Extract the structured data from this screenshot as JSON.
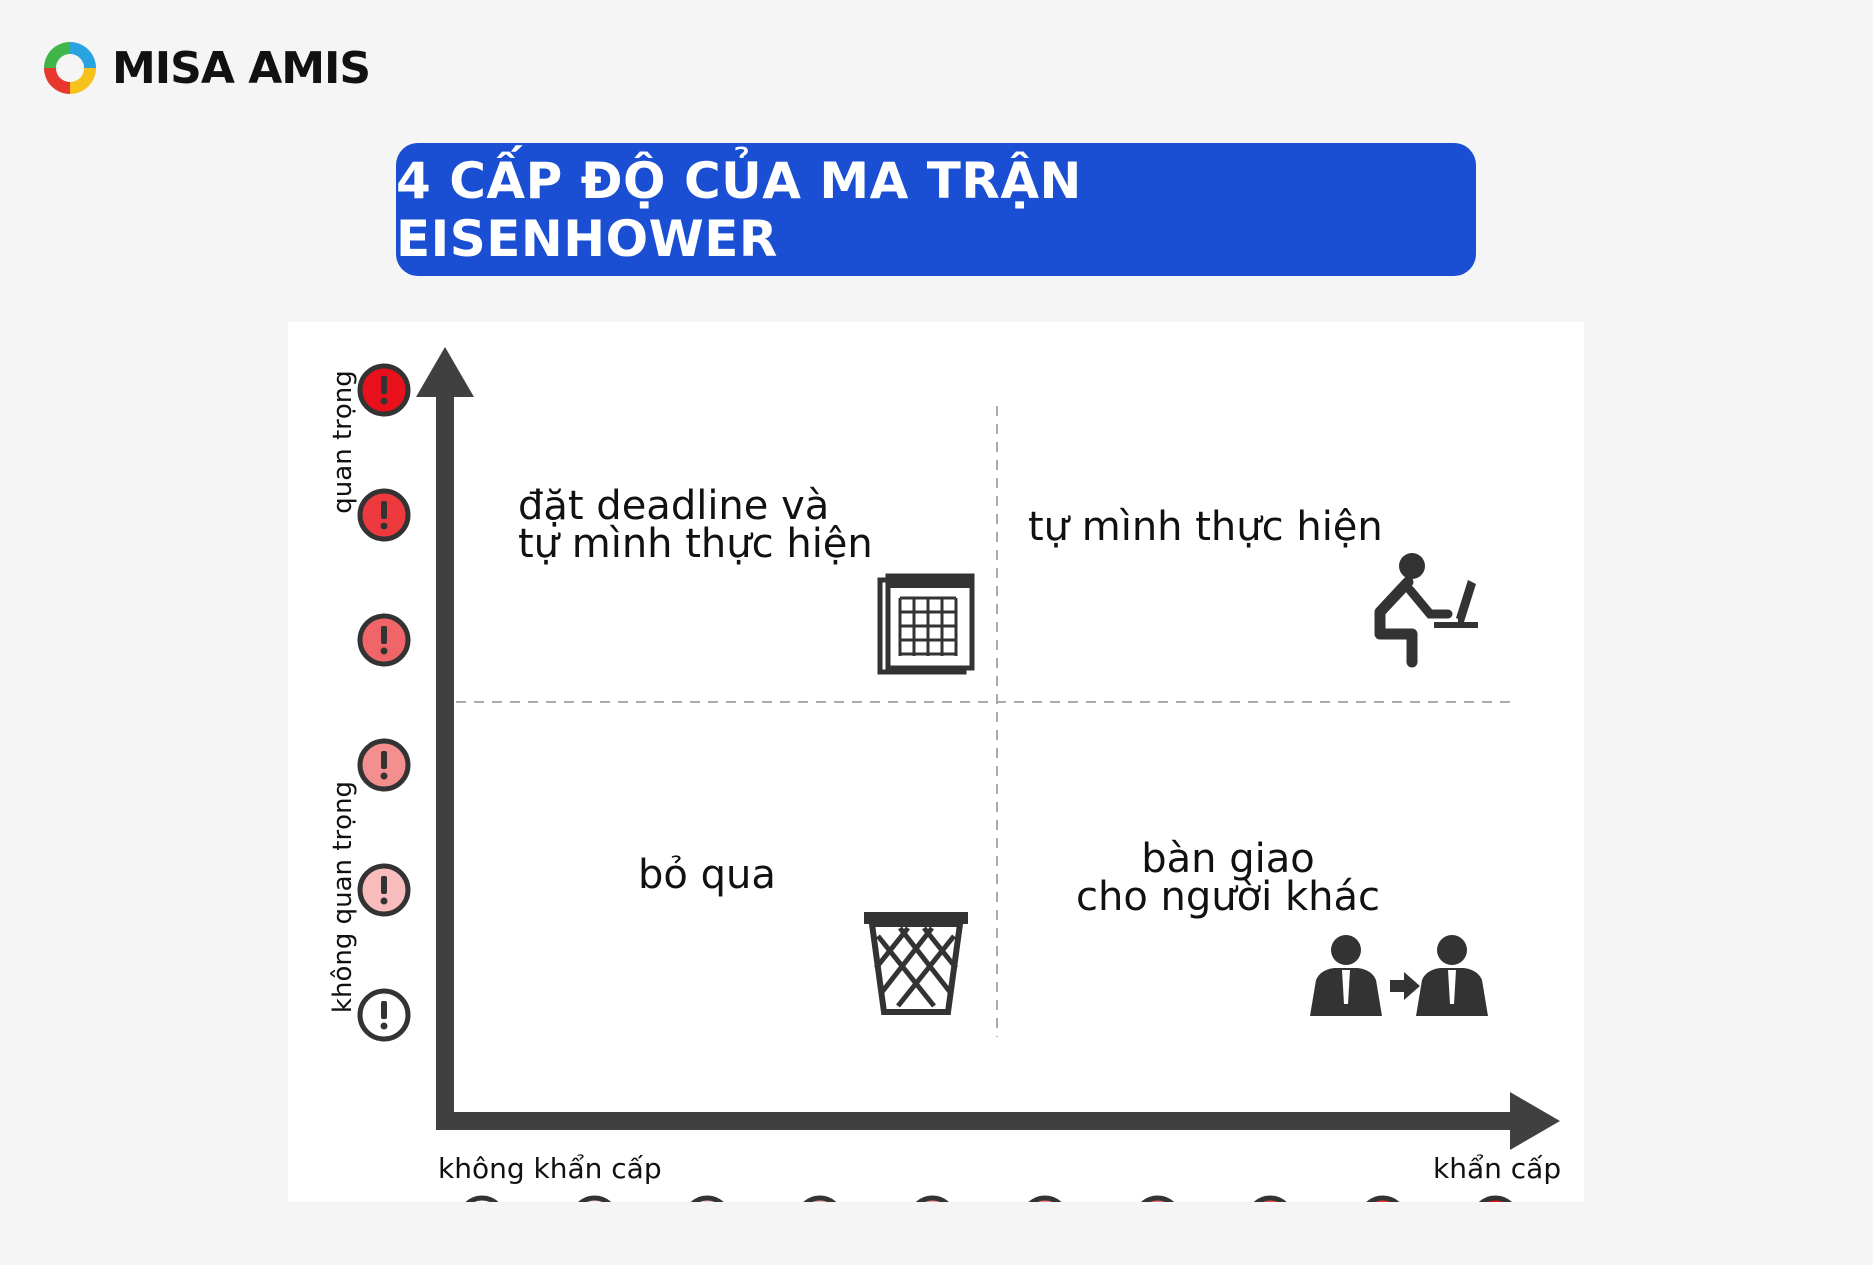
{
  "brand": {
    "name": "MISA AMIS"
  },
  "title": "4 CẤP ĐỘ CỦA MA TRẬN EISENHOWER",
  "quadrants": {
    "top_left": {
      "line1": "đặt deadline và",
      "line2": "tự mình thực hiện",
      "icon": "calendar-icon"
    },
    "top_right": {
      "line1": "tự mình thực hiện",
      "icon": "person-at-computer-icon"
    },
    "bottom_left": {
      "line1": "bỏ qua",
      "icon": "trash-bin-icon"
    },
    "bottom_right": {
      "line1": "bàn giao",
      "line2": "cho người khác",
      "icon": "delegate-people-icon"
    }
  },
  "y_axis": {
    "top_label": "quan trọng",
    "bottom_label": "không quan trọng",
    "icon": "exclamation-icon"
  },
  "x_axis": {
    "left_label": "không khẩn cấp",
    "right_label": "khẩn cấp",
    "icon": "clock-icon"
  },
  "colors": {
    "banner": "#1a4fd3",
    "axis": "#404040",
    "importance_levels": [
      "#e8101a",
      "#ec3a3f",
      "#f06568",
      "#f48f90",
      "#f8bcbd",
      "#ffffff"
    ],
    "urgency_levels": [
      "#ffffff",
      "#fbe0e0",
      "#f9c8c9",
      "#f7b1b2",
      "#f49a9b",
      "#f18284",
      "#ee6a6c",
      "#ec5053",
      "#ea3337",
      "#e8101a"
    ]
  }
}
